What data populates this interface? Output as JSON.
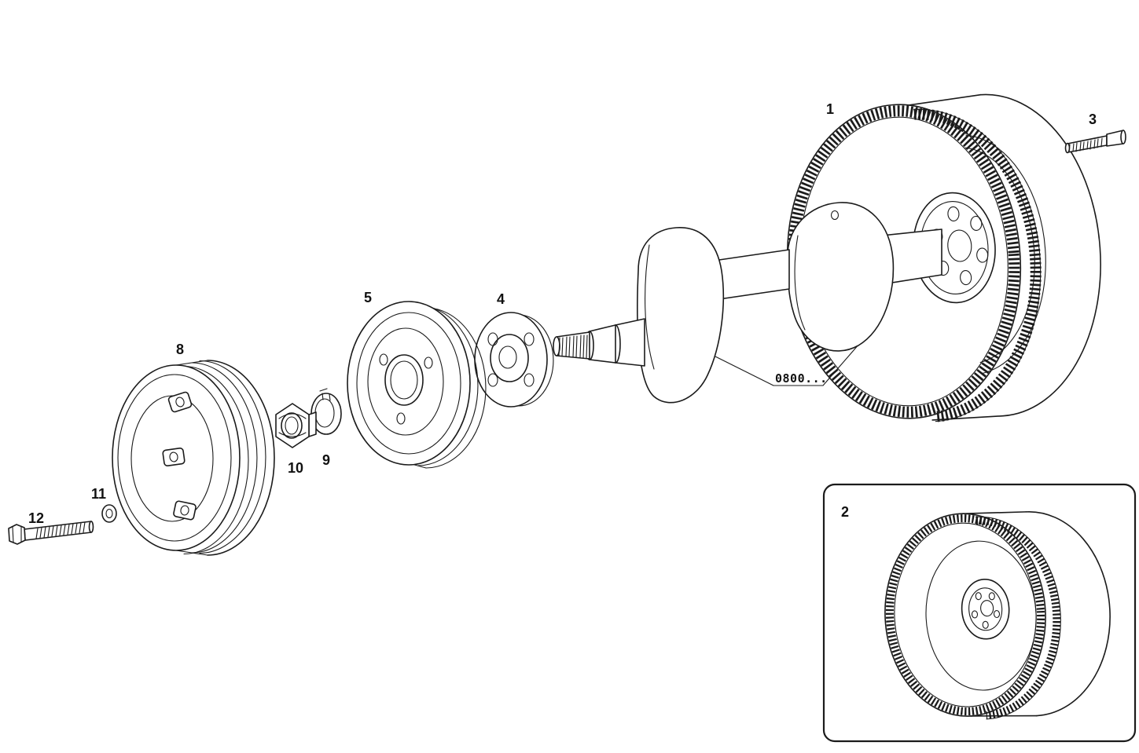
{
  "figure": {
    "kind": "exploded-parts-diagram",
    "labels": {
      "part1": "1",
      "part2": "2",
      "part3": "3",
      "part4": "4",
      "part5": "5",
      "part8": "8",
      "part9": "9",
      "part10": "10",
      "part11": "11",
      "part12": "12",
      "ref_code": "0800..."
    },
    "colors": {
      "line": "#1b1b1b",
      "background": "#ffffff"
    }
  }
}
